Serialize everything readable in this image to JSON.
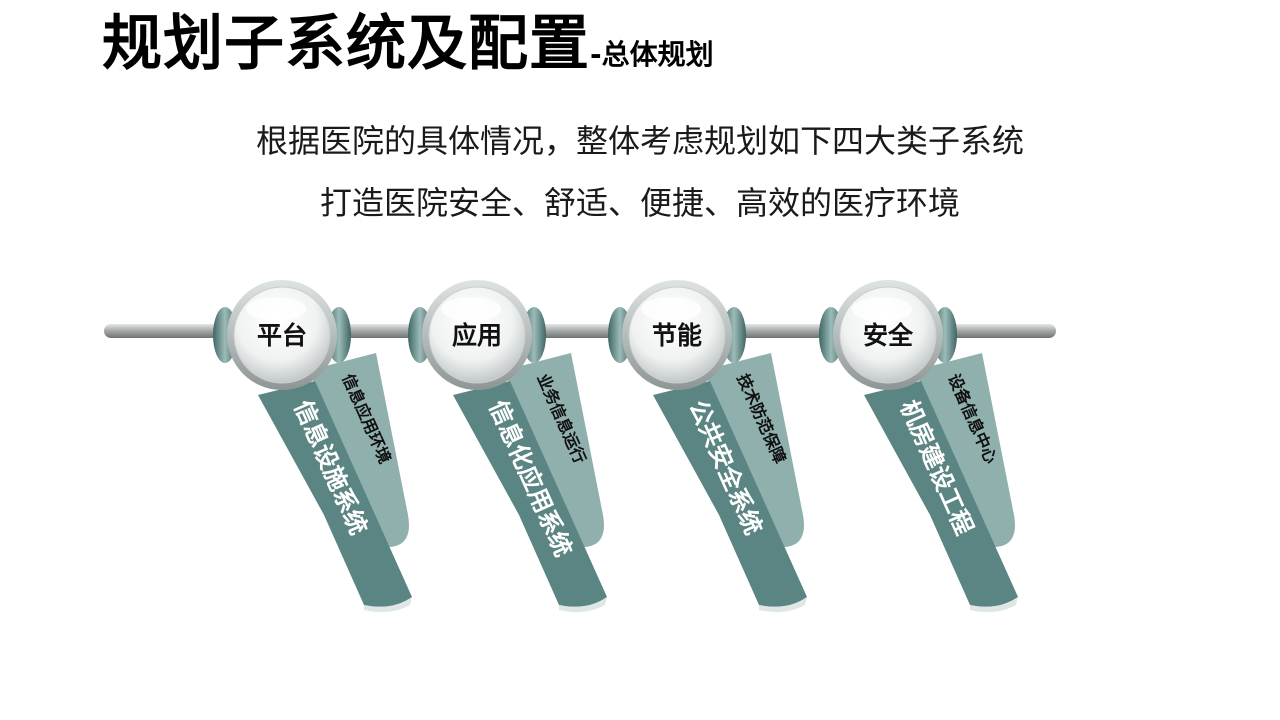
{
  "title": {
    "main": "规划子系统及配置",
    "dash": "-",
    "sub": "总体规划"
  },
  "subtitle_lines": [
    "根据医院的具体情况，整体考虑规划如下四大类子系统",
    "打造医院安全、舒适、便捷、高效的医疗环境"
  ],
  "colors": {
    "ribbon_dark": "#5a8583",
    "ribbon_light": "#8fb0ad",
    "bar": "#b0b4b4",
    "sphere": "#ffffff"
  },
  "nodes": [
    {
      "label": "平台",
      "system": "信息设施系统",
      "sub": "信息应用环境"
    },
    {
      "label": "应用",
      "system": "信息化应用系统",
      "sub": "业务信息运行"
    },
    {
      "label": "节能",
      "system": "公共安全系统",
      "sub": "技术防范保障"
    },
    {
      "label": "安全",
      "system": "机房建设工程",
      "sub": "设备信息中心"
    }
  ]
}
